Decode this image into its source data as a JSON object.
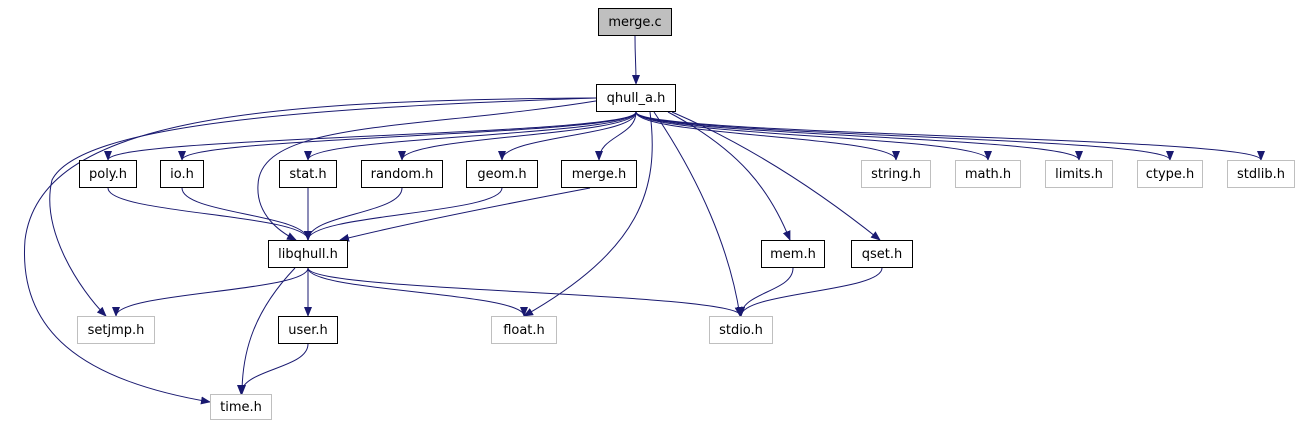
{
  "graph": {
    "root": "merge.c",
    "colors": {
      "edge": "#191970",
      "node_border": "#000000",
      "external_border": "#bfbfbf",
      "root_fill": "#bfbfbf"
    },
    "nodes": {
      "merge_c": "merge.c",
      "qhull_a_h": "qhull_a.h",
      "poly_h": "poly.h",
      "io_h": "io.h",
      "stat_h": "stat.h",
      "random_h": "random.h",
      "geom_h": "geom.h",
      "merge_h": "merge.h",
      "string_h": "string.h",
      "math_h": "math.h",
      "limits_h": "limits.h",
      "ctype_h": "ctype.h",
      "stdlib_h": "stdlib.h",
      "libqhull_h": "libqhull.h",
      "mem_h": "mem.h",
      "qset_h": "qset.h",
      "setjmp_h": "setjmp.h",
      "user_h": "user.h",
      "float_h": "float.h",
      "stdio_h": "stdio.h",
      "time_h": "time.h"
    },
    "external": [
      "string_h",
      "math_h",
      "limits_h",
      "ctype_h",
      "stdlib_h",
      "setjmp_h",
      "float_h",
      "stdio_h",
      "time_h"
    ],
    "edges": [
      [
        "merge_c",
        "qhull_a_h"
      ],
      [
        "qhull_a_h",
        "poly_h"
      ],
      [
        "qhull_a_h",
        "io_h"
      ],
      [
        "qhull_a_h",
        "stat_h"
      ],
      [
        "qhull_a_h",
        "random_h"
      ],
      [
        "qhull_a_h",
        "geom_h"
      ],
      [
        "qhull_a_h",
        "merge_h"
      ],
      [
        "qhull_a_h",
        "libqhull_h"
      ],
      [
        "qhull_a_h",
        "string_h"
      ],
      [
        "qhull_a_h",
        "math_h"
      ],
      [
        "qhull_a_h",
        "limits_h"
      ],
      [
        "qhull_a_h",
        "ctype_h"
      ],
      [
        "qhull_a_h",
        "stdlib_h"
      ],
      [
        "qhull_a_h",
        "mem_h"
      ],
      [
        "qhull_a_h",
        "qset_h"
      ],
      [
        "qhull_a_h",
        "setjmp_h"
      ],
      [
        "qhull_a_h",
        "float_h"
      ],
      [
        "qhull_a_h",
        "stdio_h"
      ],
      [
        "qhull_a_h",
        "time_h"
      ],
      [
        "poly_h",
        "libqhull_h"
      ],
      [
        "io_h",
        "libqhull_h"
      ],
      [
        "stat_h",
        "libqhull_h"
      ],
      [
        "random_h",
        "libqhull_h"
      ],
      [
        "geom_h",
        "libqhull_h"
      ],
      [
        "merge_h",
        "libqhull_h"
      ],
      [
        "libqhull_h",
        "setjmp_h"
      ],
      [
        "libqhull_h",
        "user_h"
      ],
      [
        "libqhull_h",
        "float_h"
      ],
      [
        "libqhull_h",
        "stdio_h"
      ],
      [
        "libqhull_h",
        "time_h"
      ],
      [
        "user_h",
        "time_h"
      ],
      [
        "mem_h",
        "stdio_h"
      ],
      [
        "qset_h",
        "stdio_h"
      ]
    ]
  }
}
